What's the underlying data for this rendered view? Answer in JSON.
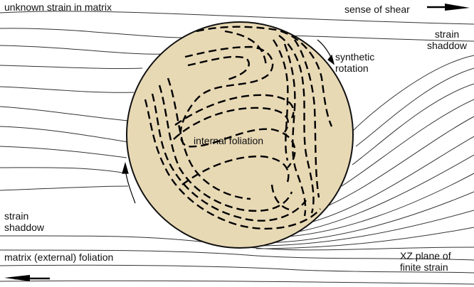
{
  "labels": {
    "unknown_strain": "unknown strain in matrix",
    "sense_of_shear": "sense of shear",
    "strain_shadow_right_1": "strain",
    "strain_shadow_right_2": "shaddow",
    "synthetic_1": "synthetic",
    "synthetic_2": "rotation",
    "internal_foliation": "internal foliation",
    "strain_shadow_left_1": "strain",
    "strain_shadow_left_2": "shaddow",
    "matrix_foliation": "matrix (external) foliation",
    "xz_plane_1": "XZ plane of",
    "xz_plane_2": "finite strain"
  },
  "colors": {
    "porphyroblast_fill": "#e8d9b5",
    "line": "#000000"
  }
}
